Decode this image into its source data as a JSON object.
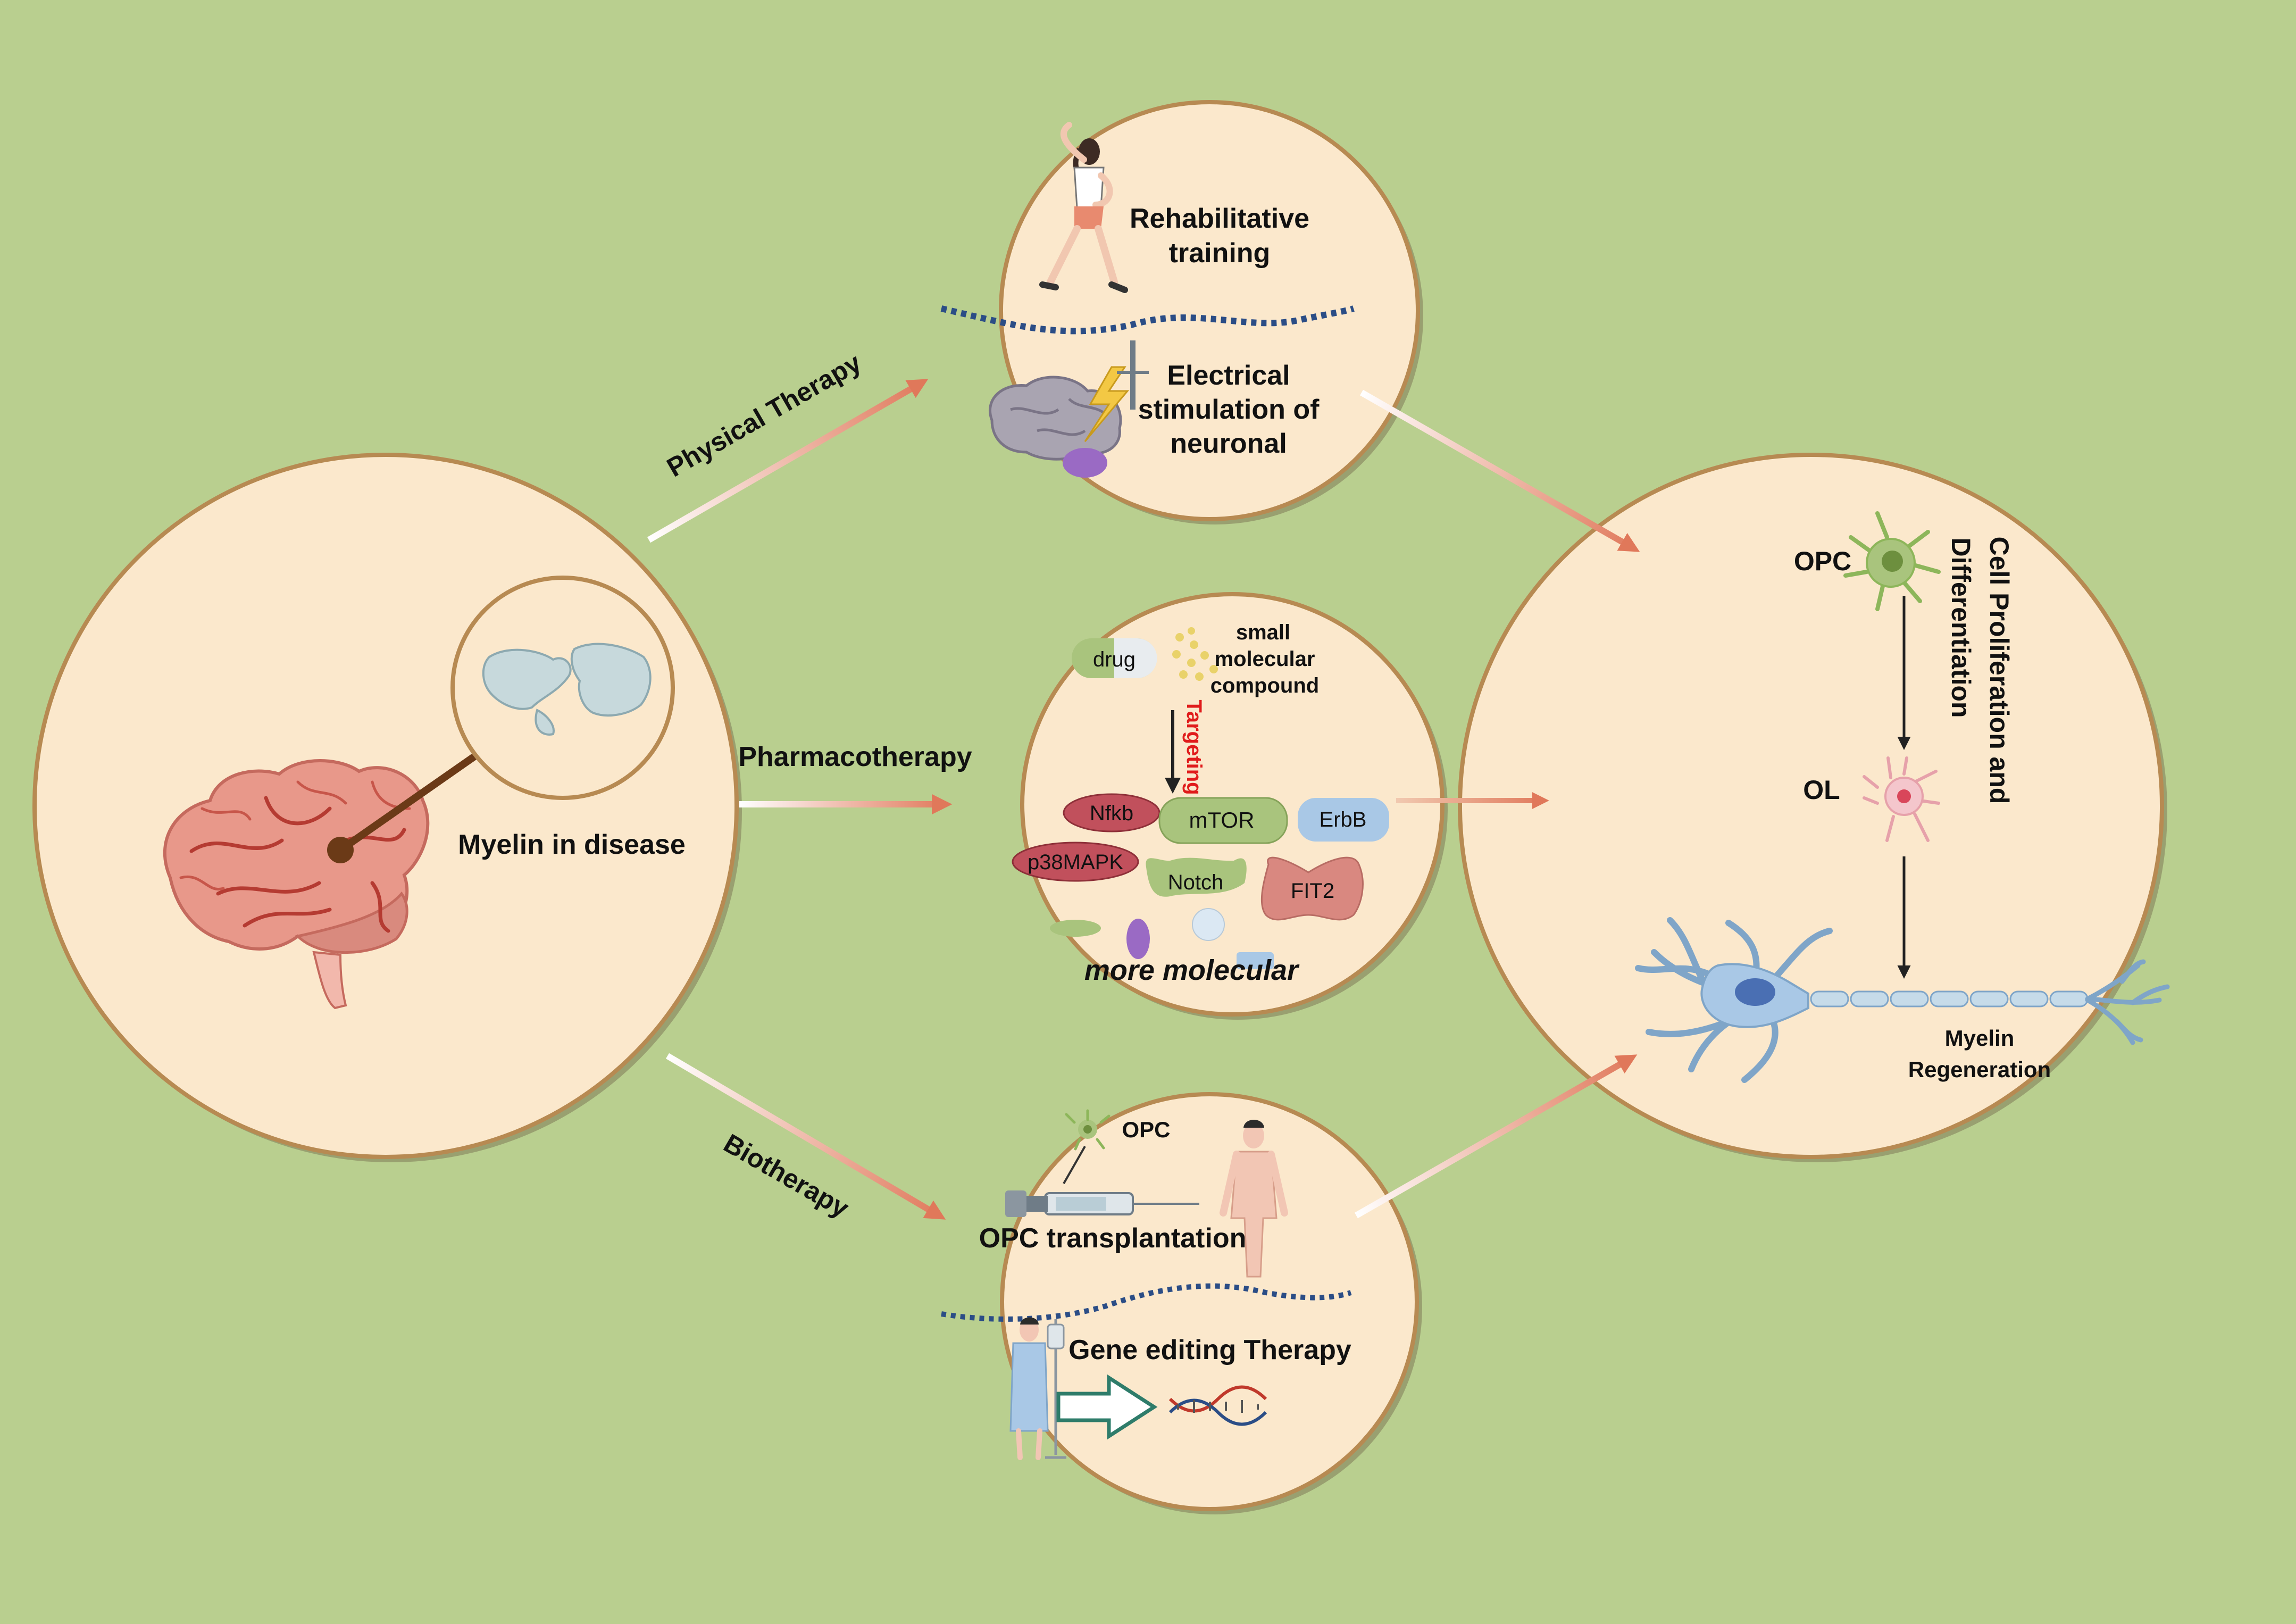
{
  "colors": {
    "background": "#b9cf8f",
    "circle_fill": "#fbe8cc",
    "circle_stroke": "#b78a52",
    "arrow": "#e0785a",
    "dotted": "#2b4d86",
    "targeting": "#e01b1b",
    "nfkb": "#c1505c",
    "mtor": "#a9c47d",
    "erbb": "#a9c8e6",
    "fit2": "#d98880"
  },
  "left": {
    "title": "Myelin in disease"
  },
  "arrows": {
    "physical": "Physical Therapy",
    "pharmaco": "Pharmacotherapy",
    "bio": "Biotherapy"
  },
  "physical": {
    "rehab_line1": "Rehabilitative",
    "rehab_line2": "training",
    "elec_line1": "Electrical",
    "elec_line2": "stimulation of",
    "elec_line3": "neuronal"
  },
  "pharma": {
    "drug": "drug",
    "small_line1": "small",
    "small_line2": "molecular",
    "small_line3": "compound",
    "targeting": "Targeting",
    "molecules": {
      "nfkb": "Nfkb",
      "mtor": "mTOR",
      "erbb": "ErbB",
      "p38mapk": "p38MAPK",
      "notch": "Notch",
      "fit2": "FIT2"
    },
    "more": "more molecular"
  },
  "bio": {
    "opc": "OPC",
    "opc_transplant": "OPC transplantation",
    "gene_editing": "Gene editing Therapy"
  },
  "right": {
    "opc": "OPC",
    "ol": "OL",
    "vertical_line1": "Cell Proliferation and",
    "vertical_line2": "Differentiation",
    "myelin_line1": "Myelin",
    "myelin_line2": "Regeneration"
  }
}
